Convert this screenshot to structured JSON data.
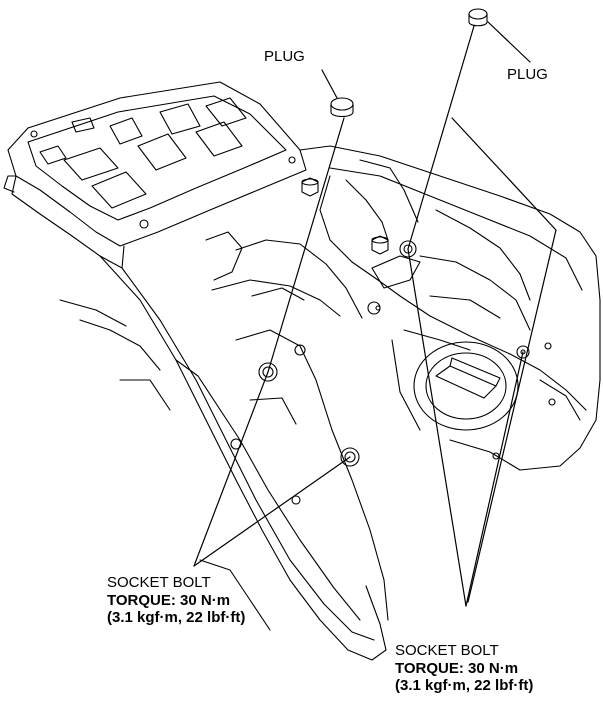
{
  "callouts": {
    "plug_left": "PLUG",
    "plug_right": "PLUG",
    "bolt_left": {
      "name": "SOCKET BOLT",
      "torque": "TORQUE: 30 N·m",
      "spec": "(3.1 kgf·m, 22 lbf·ft)"
    },
    "bolt_right": {
      "name": "SOCKET BOLT",
      "torque": "TORQUE: 30 N·m",
      "spec": "(3.1 kgf·m, 22 lbf·ft)"
    }
  },
  "colors": {
    "line": "#000000",
    "background": "#ffffff"
  }
}
